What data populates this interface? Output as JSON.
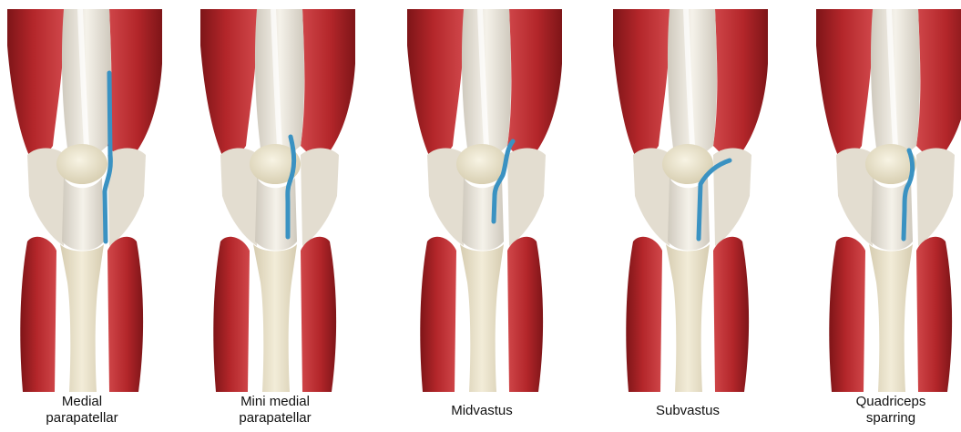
{
  "colors": {
    "incision": "#3a92c2",
    "muscle": "#b3262a",
    "muscle_dark": "#7e1518",
    "tendon": "#ece7dc",
    "bone": "#eae3cc",
    "background": "#ffffff"
  },
  "panels": [
    {
      "id": "medial-parapatellar",
      "caption": [
        "Medial",
        "parapatellar"
      ],
      "incision": "medial-parapatellar"
    },
    {
      "id": "mini-medial-parapatellar",
      "caption": [
        "Mini medial",
        "parapatellar"
      ],
      "incision": "mini-medial-parapatellar"
    },
    {
      "id": "midvastus",
      "caption": [
        "Midvastus"
      ],
      "incision": "midvastus"
    },
    {
      "id": "subvastus",
      "caption": [
        "Subvastus"
      ],
      "incision": "subvastus"
    },
    {
      "id": "quadriceps-sparring",
      "caption": [
        "Quadriceps",
        "sparring"
      ],
      "incision": "quadriceps-sparring"
    }
  ]
}
